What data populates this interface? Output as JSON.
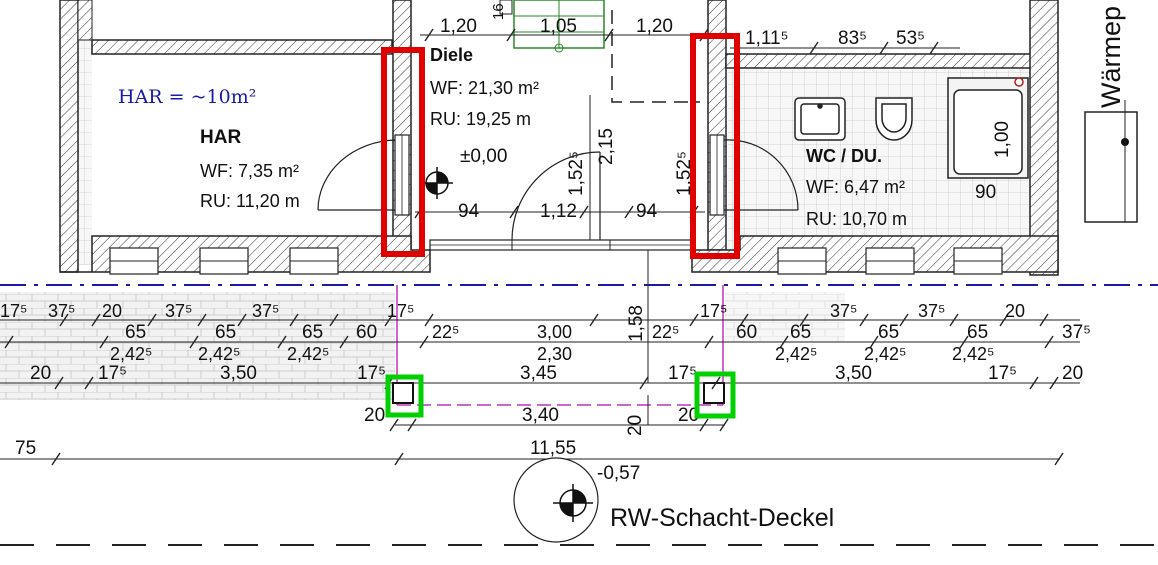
{
  "annotation": {
    "area_note": "HAR = ~10m²",
    "note_color": "#1a1aa6",
    "marker_red": "#e00000",
    "marker_green": "#00d000"
  },
  "rooms": {
    "har": {
      "name": "HAR",
      "wf": "WF:  7,35 m²",
      "ru": "RU: 11,20 m"
    },
    "diele": {
      "name": "Diele",
      "wf": "WF: 21,30 m²",
      "ru": "RU: 19,25 m",
      "level": "±0,00"
    },
    "wc": {
      "name": "WC / DU.",
      "wf": "WF:  6,47 m²",
      "ru": "RU: 10,70 m"
    },
    "waerme_label": "Wärmep"
  },
  "dimensions": {
    "door_top_left": "1,20",
    "stair_width": "1,05",
    "door_top_right": "1,20",
    "stair_partial": "16",
    "wc_dim_1": "1,11⁵",
    "wc_dim_2": "83⁵",
    "wc_dim_3": "53⁵",
    "shower_height": "1,00",
    "shower_width": "90",
    "v_152_left": "1,52⁵",
    "v_215": "2,15",
    "v_152_right": "1,52⁵",
    "d94_left": "94",
    "d112": "1,12",
    "d94_right": "94",
    "v158": "1,58",
    "row1": [
      "17⁵",
      "37⁵",
      "20",
      "37⁵",
      "37⁵",
      "17⁵",
      "17⁵",
      "37⁵",
      "37⁵",
      "20"
    ],
    "row1_mid": [
      "22⁵",
      "3,00",
      "22⁵"
    ],
    "row2": [
      "65",
      "65",
      "65",
      "60",
      "60",
      "65",
      "65",
      "65",
      "37⁵"
    ],
    "row2b": [
      "2,42⁵",
      "2,42⁵",
      "2,42⁵",
      "2,30",
      "2,42⁵",
      "2,42⁵",
      "2,42⁵"
    ],
    "row3": [
      "20",
      "17⁵",
      "3,50",
      "17⁵",
      "3,45",
      "17⁵",
      "3,50",
      "17⁵",
      "20"
    ],
    "row4": [
      "20",
      "3,40",
      "20",
      "20"
    ],
    "total_left": "75",
    "total": "11,55",
    "shaft_level": "-0,57",
    "shaft_label": "RW-Schacht-Deckel"
  }
}
